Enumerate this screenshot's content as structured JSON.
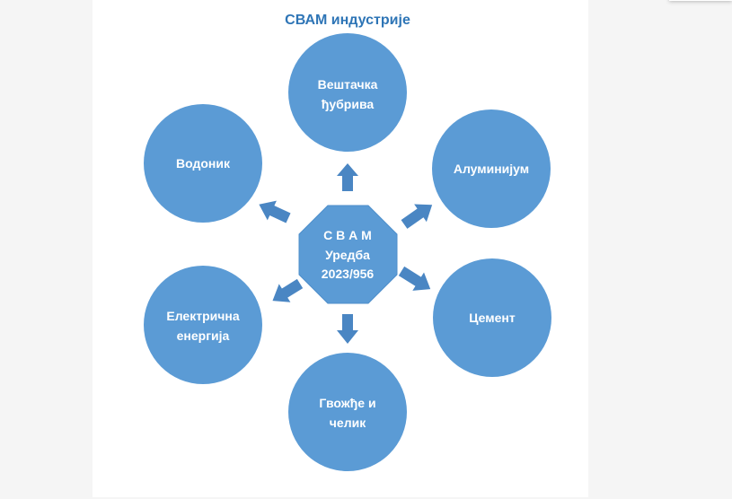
{
  "title": "СВАМ индустрије",
  "center": {
    "line1": "С В А М",
    "line2": "Уредба",
    "line3": "2023/956"
  },
  "nodes": [
    {
      "line1": "Вештачка",
      "line2": "ђубрива"
    },
    {
      "line1": "Алуминијум",
      "line2": ""
    },
    {
      "line1": "Цемент",
      "line2": ""
    },
    {
      "line1": "Гвожђе и",
      "line2": "челик"
    },
    {
      "line1": "Електрична",
      "line2": "енергија"
    },
    {
      "line1": "Водоник",
      "line2": ""
    }
  ],
  "colors": {
    "circle": "#5b9bd5",
    "arrow": "#4a86c3",
    "title": "#2e75b6"
  }
}
